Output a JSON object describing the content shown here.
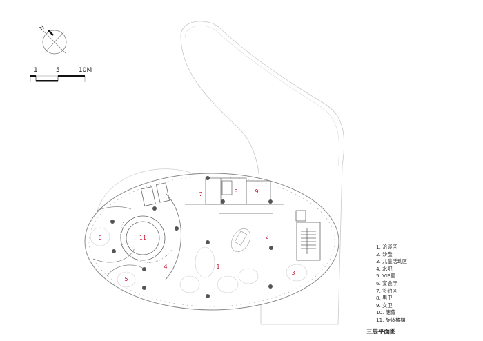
{
  "north_label": "N",
  "scale_bar": {
    "labels": [
      "1",
      "5",
      "10M"
    ]
  },
  "rooms": [
    {
      "number": "1"
    },
    {
      "number": "2"
    },
    {
      "number": "3"
    },
    {
      "number": "4"
    },
    {
      "number": "5"
    },
    {
      "number": "6"
    },
    {
      "number": "7"
    },
    {
      "number": "8"
    },
    {
      "number": "9"
    },
    {
      "number": "11"
    }
  ],
  "legend": [
    "1. 洽谈区",
    "2. 沙盘",
    "3. 儿童活动区",
    "4. 水吧",
    "5. VIP室",
    "6. 宴会厅",
    "7. 签约区",
    "8. 男卫",
    "9. 女卫",
    "10. 储藏",
    "11. 旋转楼梯"
  ],
  "title": "三层平面图",
  "colors": {
    "room_label": "#c8102e",
    "line": "#9a9a9a",
    "column": "#555555"
  }
}
